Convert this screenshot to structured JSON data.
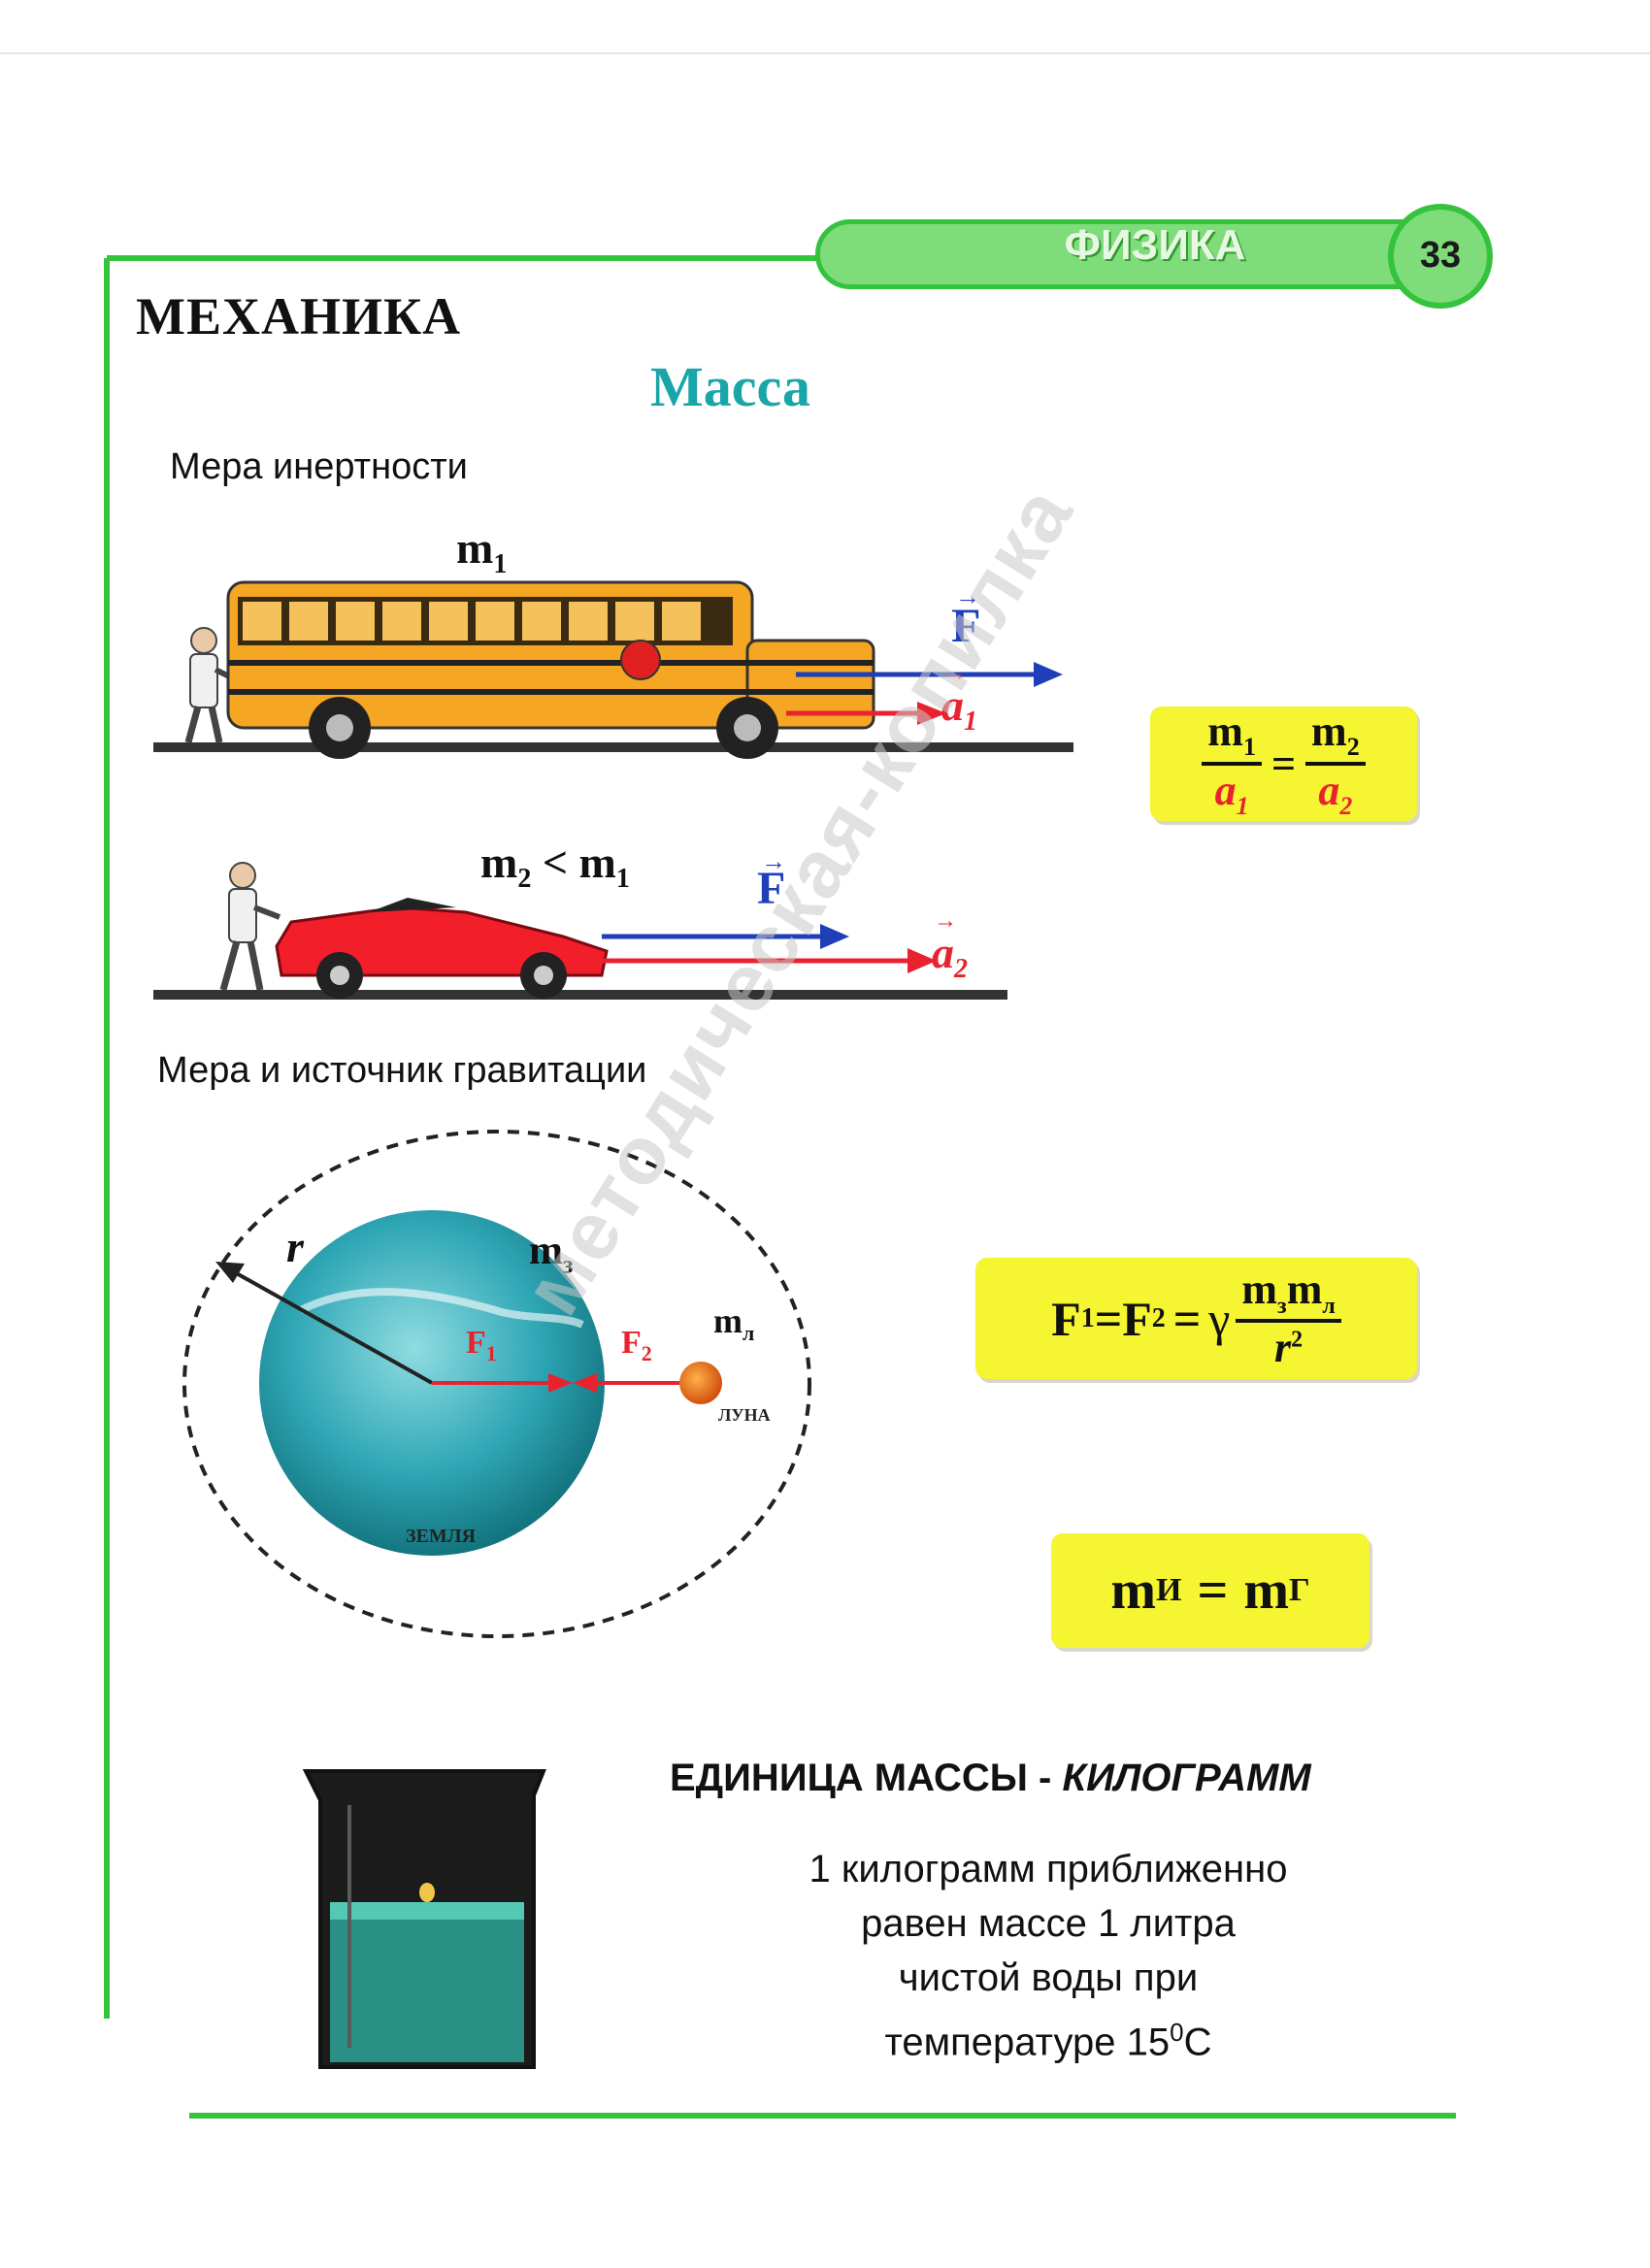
{
  "header": {
    "subject": "ФИЗИКА",
    "page_number": "33"
  },
  "section_title": "МЕХАНИКА",
  "topic_title": "Масса",
  "inertia": {
    "caption": "Мера инертности",
    "bus_mass": "m",
    "bus_mass_sub": "1",
    "force_label": "F",
    "bus_accel": "a",
    "bus_accel_sub": "1",
    "car_mass": "m",
    "car_mass_sub": "2",
    "car_rel": "<",
    "car_rel_m": "m",
    "car_rel_sub": "1",
    "car_force_label": "F",
    "car_accel": "a",
    "car_accel_sub": "2",
    "ratio_formula": {
      "left_num": "m",
      "left_num_sub": "1",
      "left_den": "a",
      "left_den_sub": "1",
      "eq": "=",
      "right_num": "m",
      "right_num_sub": "2",
      "right_den": "a",
      "right_den_sub": "2"
    }
  },
  "gravity": {
    "caption": "Мера и источник гравитации",
    "radius_label": "r",
    "earth_mass": "m",
    "earth_mass_sub": "з",
    "moon_mass": "m",
    "moon_mass_sub": "л",
    "f1": "F",
    "f1_sub": "1",
    "f2": "F",
    "f2_sub": "2",
    "earth_label": "ЗЕМЛЯ",
    "moon_label": "ЛУНА",
    "law_formula": {
      "left": "F",
      "left_sub1": "1",
      "eq1": "=",
      "mid": "F",
      "mid_sub": "2",
      "eq2": "=",
      "gamma": "γ",
      "num_m1": "m",
      "num_sub1": "з",
      "num_m2": "m",
      "num_sub2": "л",
      "den": "r",
      "den_pow": "2"
    },
    "equiv_formula": {
      "left": "m",
      "left_sub": "И",
      "eq": "=",
      "right": "m",
      "right_sub": "Г"
    }
  },
  "unit": {
    "title_plain": "ЕДИНИЦА МАССЫ - ",
    "title_italic": "КИЛОГРАММ",
    "line1": "1 килограмм приближенно",
    "line2": "равен массе 1 литра",
    "line3": "чистой воды при",
    "line4_text": "температуре 15",
    "line4_sup": "0",
    "line4_unit": "С"
  },
  "watermark": "методическая-копилка",
  "colors": {
    "green": "#35c23d",
    "teal": "#1aa6a8",
    "yellow": "#f5f531",
    "force_blue": "#1f3fb8",
    "accel_red": "#e8232f"
  }
}
